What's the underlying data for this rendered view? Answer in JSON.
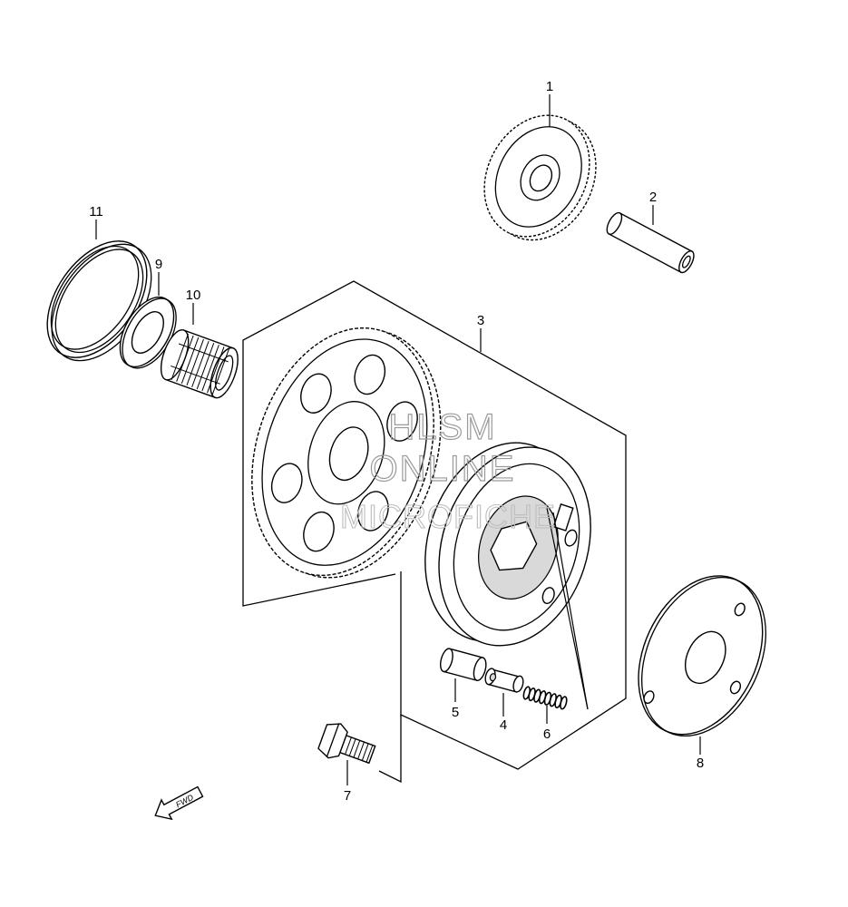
{
  "parts": [
    {
      "ref": "1",
      "name": "starter-idle-gear"
    },
    {
      "ref": "2",
      "name": "idle-gear-shaft"
    },
    {
      "ref": "3",
      "name": "starter-clutch-assembly"
    },
    {
      "ref": "4",
      "name": "clutch-pin"
    },
    {
      "ref": "5",
      "name": "clutch-roller"
    },
    {
      "ref": "6",
      "name": "roller-spring"
    },
    {
      "ref": "7",
      "name": "clutch-bolt"
    },
    {
      "ref": "8",
      "name": "clutch-plate"
    },
    {
      "ref": "9",
      "name": "thrust-washer"
    },
    {
      "ref": "10",
      "name": "needle-bearing"
    },
    {
      "ref": "11",
      "name": "retaining-ring"
    }
  ],
  "watermark": {
    "line1": "HLSM",
    "line2": "ONLINE",
    "line3": "MICROFICHE"
  },
  "direction_marker": {
    "label": "FWD"
  }
}
